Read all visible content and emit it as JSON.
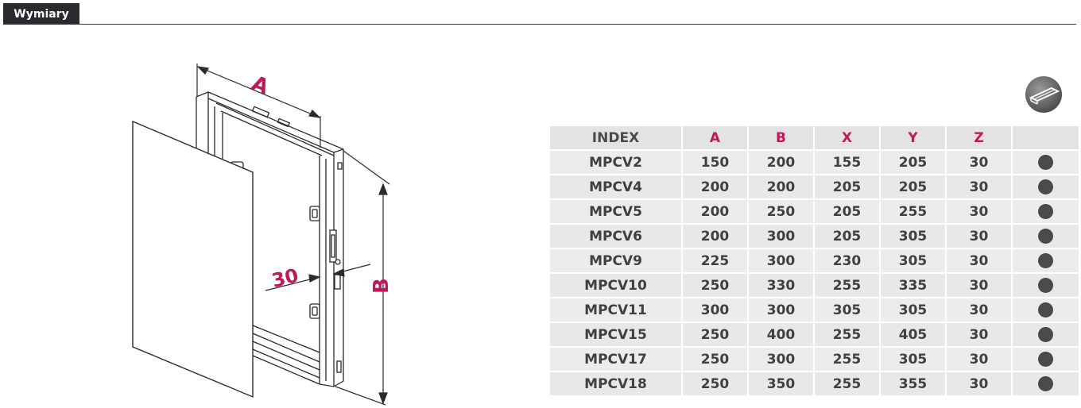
{
  "header": {
    "tab_label": "Wymiary"
  },
  "diagram": {
    "label_a": "A",
    "label_b": "B",
    "label_depth": "30"
  },
  "colors": {
    "accent": "#c2185b",
    "header_bg": "#2a2a2e",
    "row_bg": "#ececec",
    "dot": "#4a4a4a"
  },
  "profile_icon": "frame-profile-icon",
  "table": {
    "headers": [
      "INDEX",
      "A",
      "B",
      "X",
      "Y",
      "Z",
      ""
    ],
    "rows": [
      {
        "index": "MPCV2",
        "a": "150",
        "b": "200",
        "x": "155",
        "y": "205",
        "z": "30"
      },
      {
        "index": "MPCV4",
        "a": "200",
        "b": "200",
        "x": "205",
        "y": "205",
        "z": "30"
      },
      {
        "index": "MPCV5",
        "a": "200",
        "b": "250",
        "x": "205",
        "y": "255",
        "z": "30"
      },
      {
        "index": "MPCV6",
        "a": "200",
        "b": "300",
        "x": "205",
        "y": "305",
        "z": "30"
      },
      {
        "index": "MPCV9",
        "a": "225",
        "b": "300",
        "x": "230",
        "y": "305",
        "z": "30"
      },
      {
        "index": "MPCV10",
        "a": "250",
        "b": "330",
        "x": "255",
        "y": "335",
        "z": "30"
      },
      {
        "index": "MPCV11",
        "a": "300",
        "b": "300",
        "x": "305",
        "y": "305",
        "z": "30"
      },
      {
        "index": "MPCV15",
        "a": "250",
        "b": "400",
        "x": "255",
        "y": "405",
        "z": "30"
      },
      {
        "index": "MPCV17",
        "a": "250",
        "b": "300",
        "x": "255",
        "y": "305",
        "z": "30"
      },
      {
        "index": "MPCV18",
        "a": "250",
        "b": "350",
        "x": "255",
        "y": "355",
        "z": "30"
      }
    ]
  }
}
